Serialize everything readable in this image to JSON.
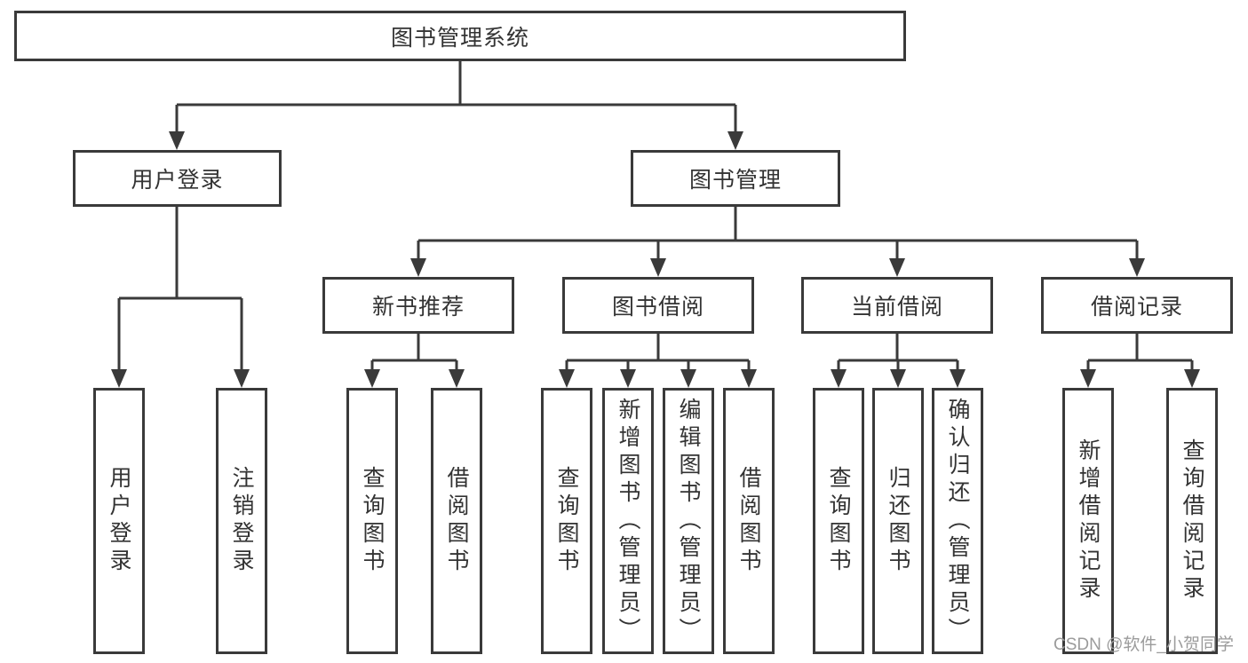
{
  "tree": {
    "root": "图书管理系统",
    "children": [
      {
        "label": "用户登录",
        "children": [
          "用户登录",
          "注销登录"
        ]
      },
      {
        "label": "图书管理",
        "children": [
          {
            "label": "新书推荐",
            "children": [
              "查询图书",
              "借阅图书"
            ]
          },
          {
            "label": "图书借阅",
            "children": [
              "查询图书",
              "新增图书（管理员）",
              "编辑图书（管理员）",
              "借阅图书"
            ]
          },
          {
            "label": "当前借阅",
            "children": [
              "查询图书",
              "归还图书",
              "确认归还（管理员）"
            ]
          },
          {
            "label": "借阅记录",
            "children": [
              "新增借阅记录",
              "查询借阅记录"
            ]
          }
        ]
      }
    ]
  },
  "watermark": "CSDN @软件_小贺同学",
  "colors": {
    "line": "#3a3a3a",
    "box_border": "#3a3a3a",
    "text": "#333333",
    "watermark": "#9b9b9b",
    "background": "#ffffff"
  }
}
